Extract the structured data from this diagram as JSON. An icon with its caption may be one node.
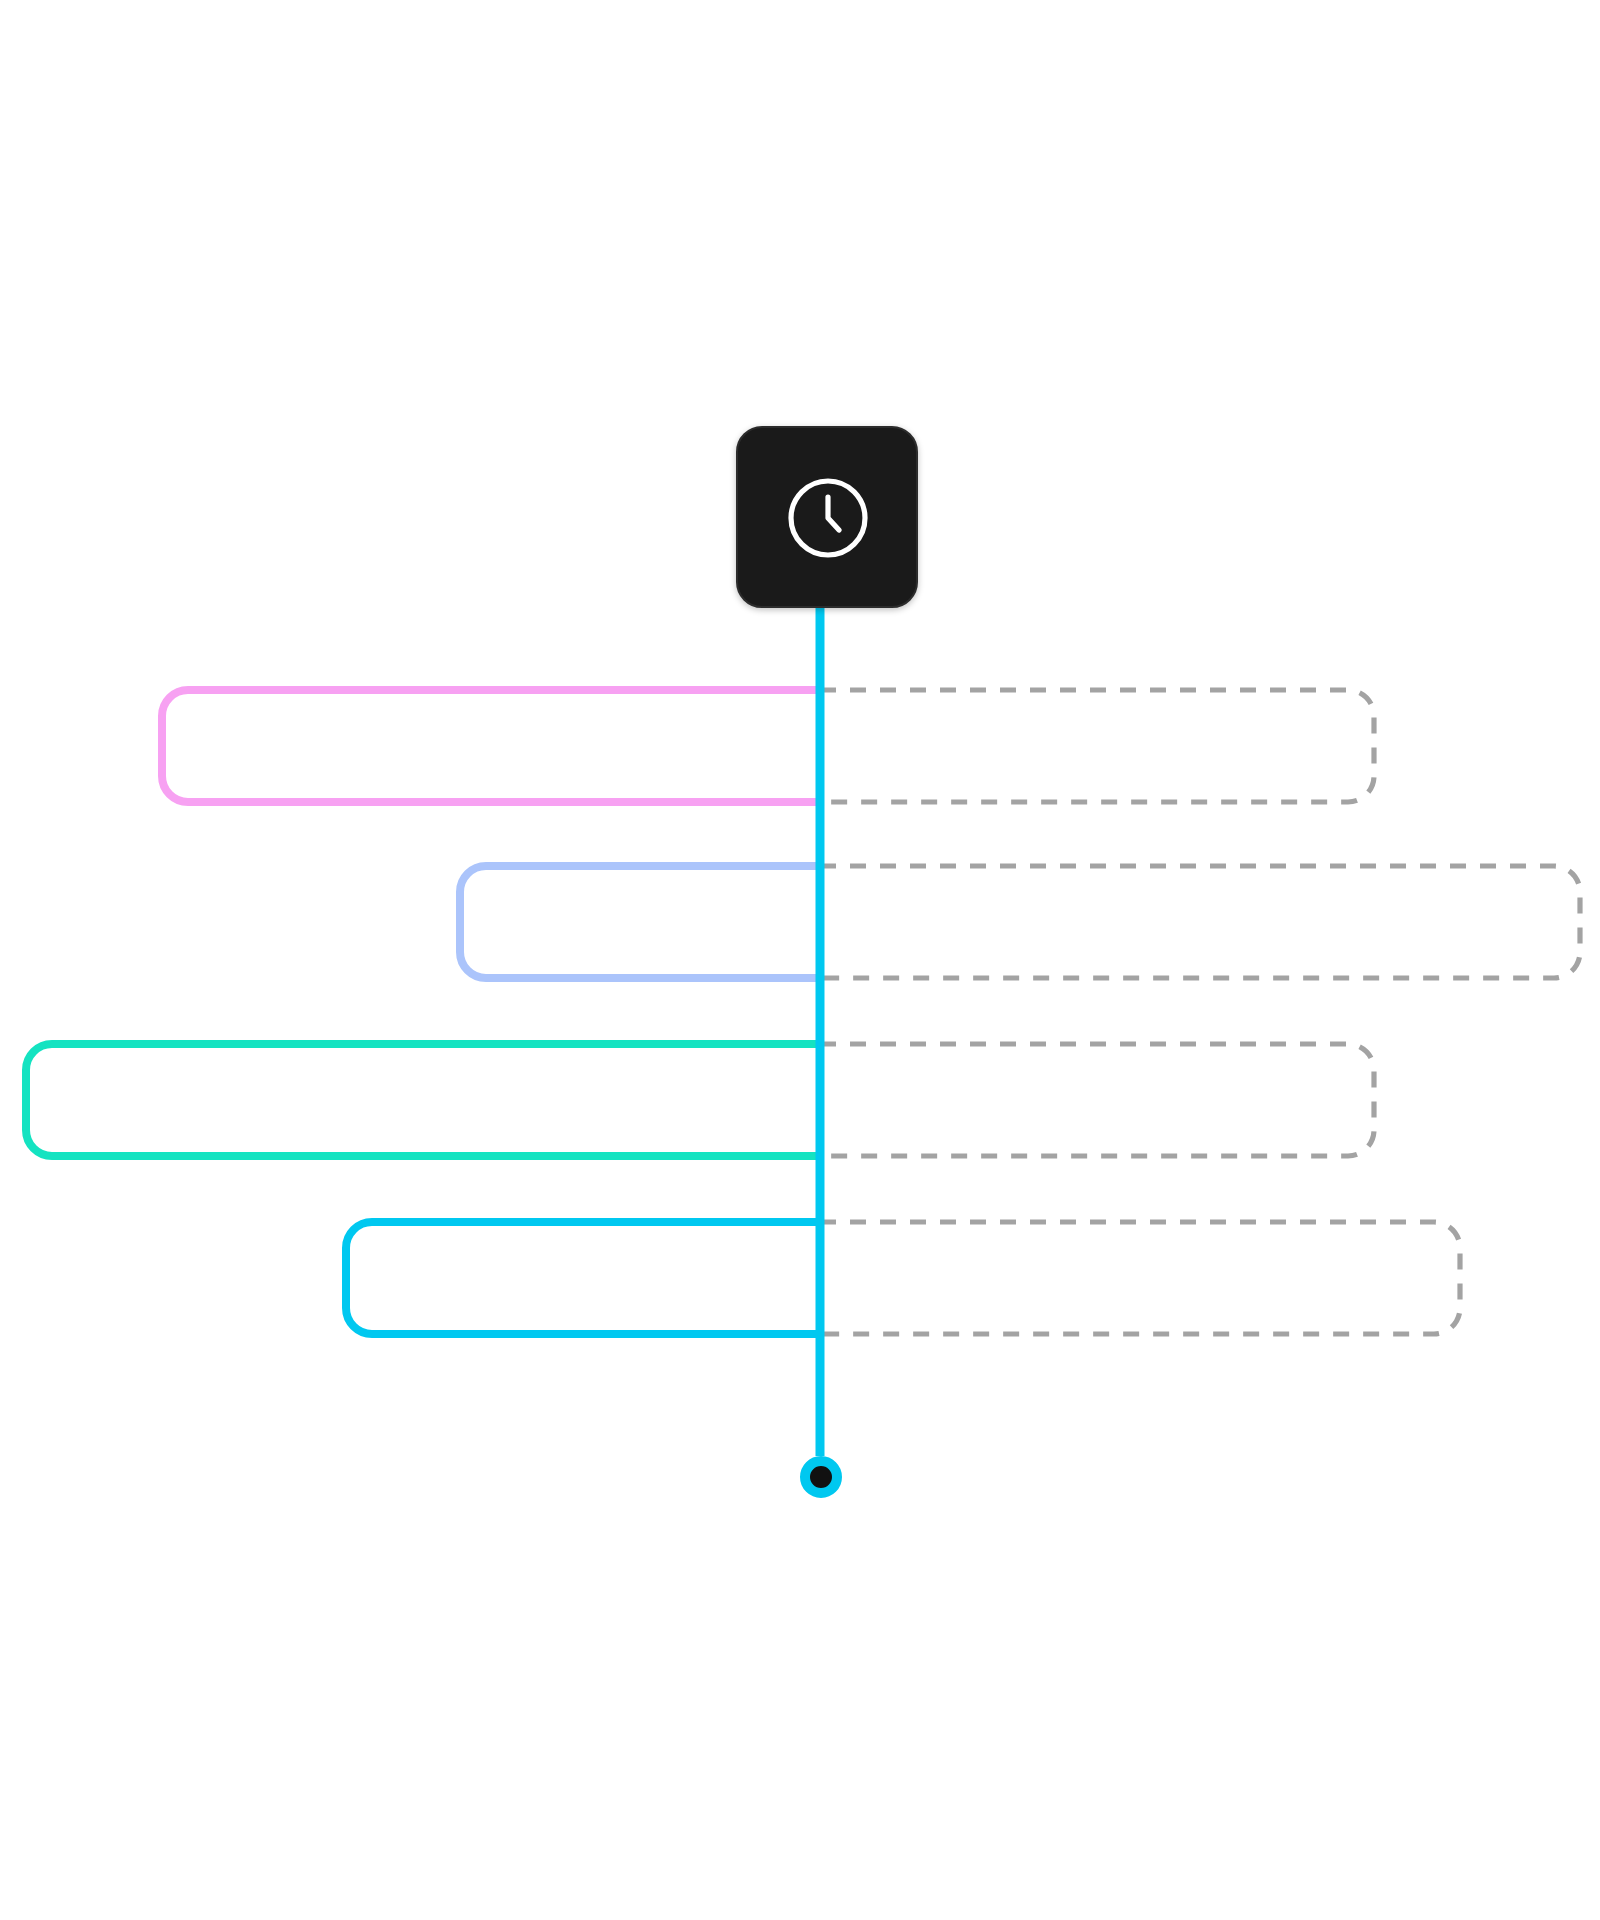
{
  "diagram": {
    "nodes": [
      {
        "text": [],
        "shape": "box"
      },
      {
        "text": [],
        "shape": "bar"
      },
      {
        "text": [],
        "shape": "bar"
      },
      {
        "text": [],
        "shape": "bar"
      },
      {
        "text": [],
        "shape": "bar"
      },
      {
        "text": [],
        "shape": "circle"
      }
    ],
    "edges": [
      {
        "from": 0,
        "to": 1,
        "arrow": "none"
      },
      {
        "from": 1,
        "to": 2,
        "arrow": "none"
      },
      {
        "from": 2,
        "to": 3,
        "arrow": "none"
      },
      {
        "from": 3,
        "to": 4,
        "arrow": "none"
      },
      {
        "from": 4,
        "to": 5,
        "arrow": "none"
      }
    ]
  }
}
